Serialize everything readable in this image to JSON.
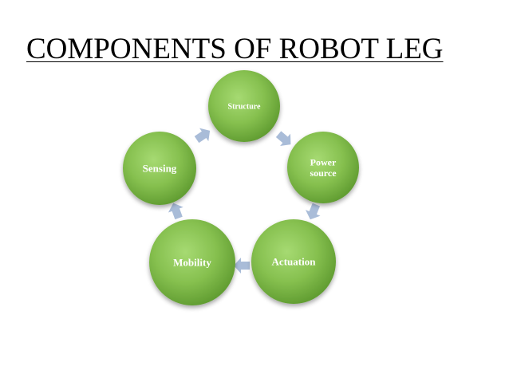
{
  "title": "COMPONENTS OF ROBOT LEG",
  "colors": {
    "node_light": "#9fd56b",
    "node_dark": "#5d9a2e",
    "arrow": "#a9bcd8"
  },
  "nodes": [
    {
      "id": "structure",
      "lines": [
        "Structure"
      ]
    },
    {
      "id": "power-source",
      "lines": [
        "Power",
        "source"
      ]
    },
    {
      "id": "actuation",
      "lines": [
        "Actuation"
      ]
    },
    {
      "id": "mobility",
      "lines": [
        "Mobility"
      ]
    },
    {
      "id": "sensing",
      "lines": [
        "Sensing"
      ]
    }
  ]
}
